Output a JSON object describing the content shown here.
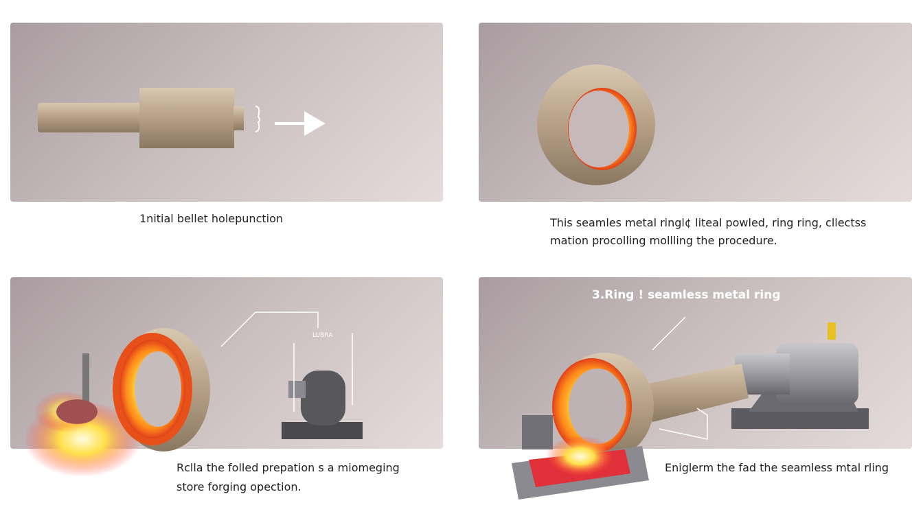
{
  "panels": [
    {
      "caption": "1nitial bellet holepunction"
    },
    {
      "caption_line1": "This seamles metal ringl¢ liteal powled, ring ring, cllectss",
      "caption_line2": "mation procolling mollling the procedure."
    },
    {
      "caption_line1": "Rclla the folled prepation s a miomeging",
      "caption_line2": "store  forging opection.",
      "label": "LUBRA"
    },
    {
      "title": "3.Ring ! seamless metal ring",
      "caption": "Eniglerm the fad the seamless mtal rling"
    }
  ],
  "colors": {
    "panel_bg": "#c8bdbd",
    "metal": "#b9a58c",
    "hot": "#ff7a1a",
    "text": "#222222"
  }
}
